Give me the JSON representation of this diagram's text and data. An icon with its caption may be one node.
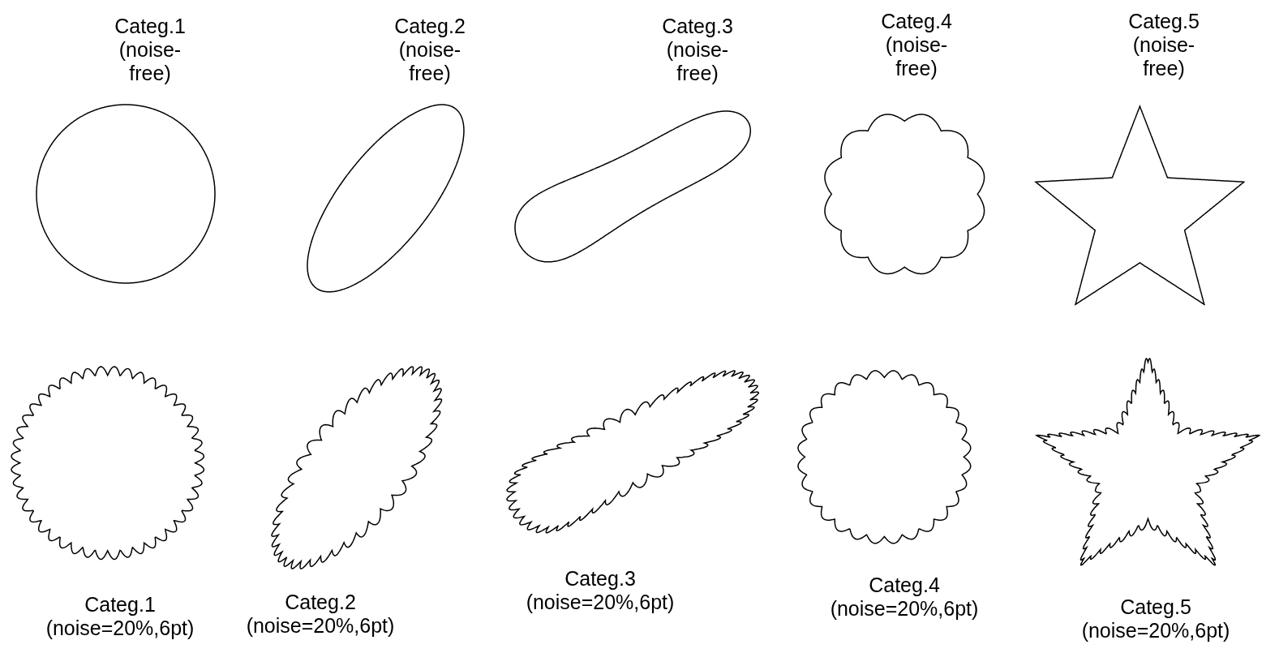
{
  "diagram": {
    "nodes": [
      {
        "text": [
          "Categ.1 (noise-free)"
        ]
      },
      {
        "text": [
          "Categ.2 (noise-free)"
        ]
      },
      {
        "text": [
          "Categ.3 (noise-free)"
        ]
      },
      {
        "text": [
          "Categ.4 (noise-free)"
        ]
      },
      {
        "text": [
          "Categ.5 (noise-free)"
        ]
      },
      {
        "text": [
          "Categ.1 (noise=20%,6pt)"
        ]
      },
      {
        "text": [
          "Categ.2 (noise=20%,6pt)"
        ]
      },
      {
        "text": [
          "Categ.3 (noise=20%,6pt)"
        ]
      },
      {
        "text": [
          "Categ.4 (noise=20%,6pt)"
        ]
      },
      {
        "text": [
          "Categ.5 (noise=20%,6pt)"
        ]
      }
    ]
  }
}
